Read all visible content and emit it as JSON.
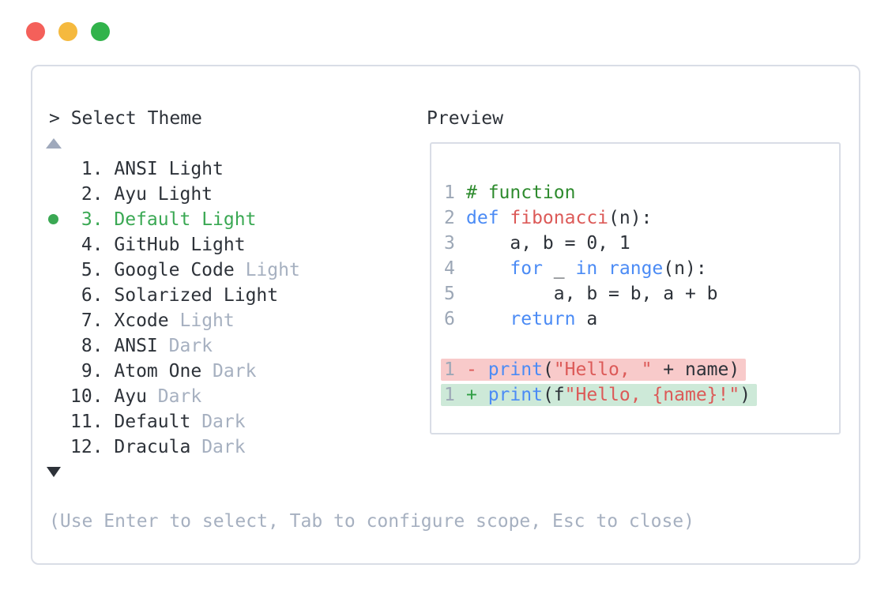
{
  "window": {
    "traffic_lights": [
      {
        "name": "close-button",
        "color_key": "traffic_red"
      },
      {
        "name": "minimize-button",
        "color_key": "traffic_yellow"
      },
      {
        "name": "zoom-button",
        "color_key": "traffic_green"
      }
    ]
  },
  "picker": {
    "prompt": "> Select Theme",
    "scroll_up_icon": "up-triangle",
    "scroll_down_icon": "down-triangle",
    "items": [
      {
        "num": "1",
        "name": "ANSI",
        "variant": "Light",
        "variant_muted": false,
        "selected": false
      },
      {
        "num": "2",
        "name": "Ayu",
        "variant": "Light",
        "variant_muted": false,
        "selected": false
      },
      {
        "num": "3",
        "name": "Default",
        "variant": "Light",
        "variant_muted": false,
        "selected": true
      },
      {
        "num": "4",
        "name": "GitHub",
        "variant": "Light",
        "variant_muted": false,
        "selected": false
      },
      {
        "num": "5",
        "name": "Google Code",
        "variant": "Light",
        "variant_muted": true,
        "selected": false
      },
      {
        "num": "6",
        "name": "Solarized",
        "variant": "Light",
        "variant_muted": false,
        "selected": false
      },
      {
        "num": "7",
        "name": "Xcode",
        "variant": "Light",
        "variant_muted": true,
        "selected": false
      },
      {
        "num": "8",
        "name": "ANSI",
        "variant": "Dark",
        "variant_muted": true,
        "selected": false
      },
      {
        "num": "9",
        "name": "Atom One",
        "variant": "Dark",
        "variant_muted": true,
        "selected": false
      },
      {
        "num": "10",
        "name": "Ayu",
        "variant": "Dark",
        "variant_muted": true,
        "selected": false
      },
      {
        "num": "11",
        "name": "Default",
        "variant": "Dark",
        "variant_muted": true,
        "selected": false
      },
      {
        "num": "12",
        "name": "Dracula",
        "variant": "Dark",
        "variant_muted": true,
        "selected": false
      }
    ],
    "hint": "(Use Enter to select, Tab to configure scope, Esc to close)"
  },
  "preview": {
    "label": "Preview",
    "code_lines": [
      {
        "num": "1",
        "tokens": [
          [
            "# function",
            "com"
          ]
        ]
      },
      {
        "num": "2",
        "tokens": [
          [
            "def ",
            "kw"
          ],
          [
            "fibonacci",
            "fn"
          ],
          [
            "(n):",
            "pl"
          ]
        ]
      },
      {
        "num": "3",
        "tokens": [
          [
            "    a, b = 0, 1",
            "pl"
          ]
        ]
      },
      {
        "num": "4",
        "tokens": [
          [
            "    ",
            "pl"
          ],
          [
            "for",
            "kw"
          ],
          [
            " _ ",
            "pl"
          ],
          [
            "in",
            "kw"
          ],
          [
            " ",
            "pl"
          ],
          [
            "range",
            "kw"
          ],
          [
            "(n):",
            "pl"
          ]
        ]
      },
      {
        "num": "5",
        "tokens": [
          [
            "        a, b = b, a + b",
            "pl"
          ]
        ]
      },
      {
        "num": "6",
        "tokens": [
          [
            "    ",
            "pl"
          ],
          [
            "return",
            "kw"
          ],
          [
            " a",
            "pl"
          ]
        ]
      },
      {
        "num": "",
        "tokens": []
      },
      {
        "num": "1",
        "diff": "removed",
        "tokens": [
          [
            "- ",
            "rm"
          ],
          [
            "print",
            "kw"
          ],
          [
            "(",
            "pl"
          ],
          [
            "\"Hello, \"",
            "str"
          ],
          [
            " + name)",
            "pl"
          ]
        ]
      },
      {
        "num": "1",
        "diff": "added",
        "tokens": [
          [
            "+ ",
            "add"
          ],
          [
            "print",
            "kw"
          ],
          [
            "(f",
            "pl"
          ],
          [
            "\"Hello, {name}!\"",
            "str"
          ],
          [
            ")",
            "pl"
          ]
        ]
      }
    ]
  },
  "colors": {
    "dark_text": "#2d3239",
    "muted_text": "#a6b0c0",
    "selection_green": "#3aa853",
    "comment_green": "#2e8b2e",
    "keyword_blue": "#4b8bf5",
    "string_red": "#dc5a58",
    "added_green": "#2f9e44",
    "line_number_gray": "#9ca7b6",
    "removed_bg": "#f8caca",
    "added_bg": "#cde9d8",
    "panel_border": "#d9dde6",
    "scroll_up_gray": "#9fa9bc",
    "traffic_red": "#f4605a",
    "traffic_yellow": "#f5b93e",
    "traffic_green": "#31b34b"
  }
}
